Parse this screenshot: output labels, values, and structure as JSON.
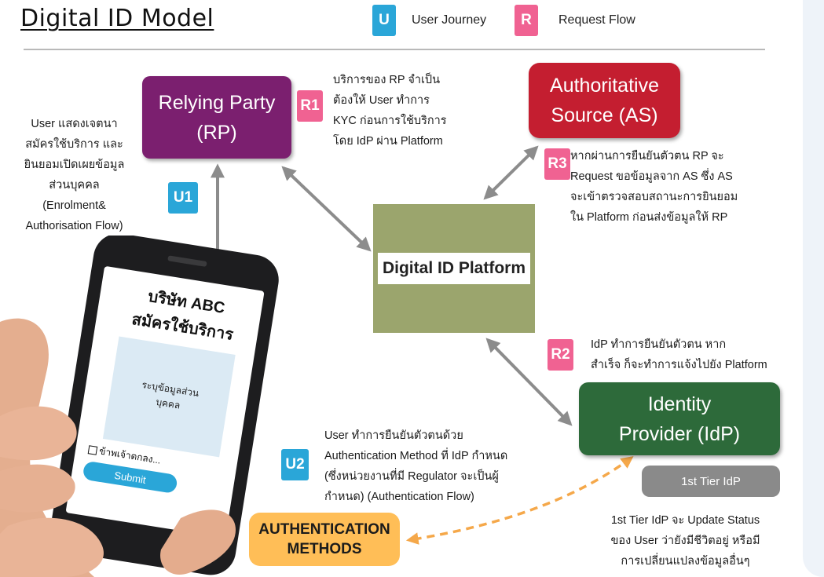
{
  "title": "Digital ID Model",
  "legend": {
    "u_badge": "U",
    "u_label": "User Journey",
    "r_badge": "R",
    "r_label": "Request Flow"
  },
  "nodes": {
    "rp": "Relying Party\n(RP)",
    "as": "Authoritative\nSource (AS)",
    "platform": "Digital ID Platform",
    "idp": "Identity\nProvider (IdP)",
    "tier1": "1st Tier IdP",
    "auth_methods": "AUTHENTICATION\nMETHODS"
  },
  "badges": {
    "r1": "R1",
    "r2": "R2",
    "r3": "R3",
    "u1": "U1",
    "u2": "U2"
  },
  "notes": {
    "user_enrol": "User แสดงเจตนา\nสมัครใช้บริการ และ\nยินยอมเปิดเผยข้อมูล\nส่วนบุคคล\n(Enrolment&\nAuthorisation Flow)",
    "r1": "บริการของ RP จำเป็น\nต้องให้ User ทำการ\nKYC ก่อนการใช้บริการ\nโดย IdP ผ่าน Platform",
    "r3": "หากผ่านการยืนยันตัวตน RP จะ\nRequest ขอข้อมูลจาก AS ซึ่ง AS\nจะเข้าตรวจสอบสถานะการยินยอม\nใน Platform ก่อนส่งข้อมูลให้ RP",
    "r2": "IdP ทำการยืนยันตัวตน หาก\nสำเร็จ ก็จะทำการแจ้งไปยัง Platform",
    "u2": "User ทำการยืนยันตัวตนด้วย\nAuthentication Method ที่ IdP กำหนด\n(ซึ่งหน่วยงานที่มี Regulator จะเป็นผู้\nกำหนด) (Authentication Flow)",
    "tier1": "1st Tier IdP จะ Update Status\nของ User ว่ายังมีชีวิตอยู่ หรือมี\nการเปลี่ยนแปลงข้อมูลอื่นๆ"
  },
  "phone": {
    "company": "บริษัท ABC",
    "subscribe": "สมัครใช้บริการ",
    "field_placeholder": "ระบุข้อมูลส่วน\nบุคคล",
    "consent": "ข้าพเจ้าตกลง...",
    "submit": "Submit"
  },
  "colors": {
    "rp": "#7b1f6f",
    "as": "#c41e30",
    "idp": "#2d6a3a",
    "platform": "#9ba56d",
    "tier1": "#8a8a8a",
    "auth_methods": "#ffbe57",
    "u_badge": "#2aa6d8",
    "r_badge": "#f06292",
    "arrow": "#8c8c8c",
    "dashed_arrow": "#f5a84a"
  }
}
